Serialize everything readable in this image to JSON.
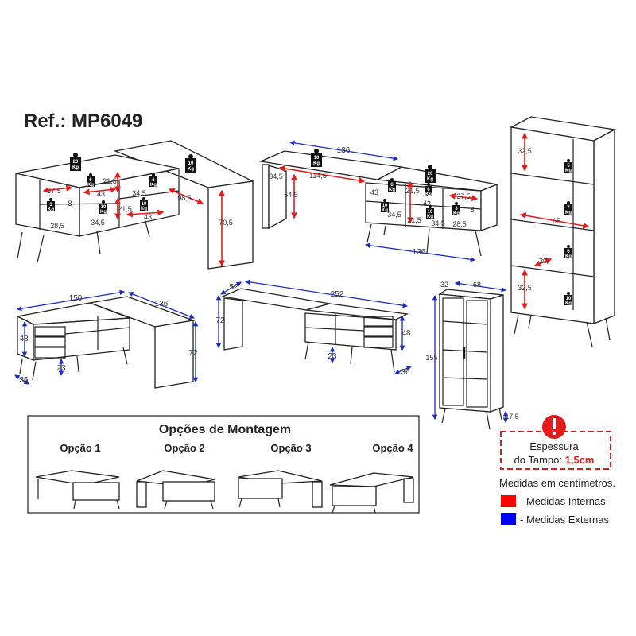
{
  "title": "Ref.: MP6049",
  "weight_unit": "Kg",
  "view_sideboard_l_desk": {
    "weights": [
      "20",
      "10",
      "6",
      "3",
      "10",
      "6",
      "10"
    ],
    "dims": [
      "37,5",
      "43",
      "21,5",
      "34,5",
      "8",
      "21,5",
      "43",
      "34,5",
      "28,5",
      "98,5",
      "70,5"
    ]
  },
  "view_desk_sideboard_inline": {
    "weights": [
      "10",
      "20",
      "6",
      "6",
      "3",
      "10",
      "10"
    ],
    "dims": [
      "136",
      "34,5",
      "114,5",
      "54,5",
      "43",
      "21,5",
      "43",
      "37,5",
      "8",
      "21,5",
      "34,5",
      "34,5",
      "28,5",
      "136"
    ]
  },
  "view_bookcase": {
    "weights": [
      "5",
      "7",
      "6",
      "10"
    ],
    "dims": [
      "32,5",
      "65",
      "30",
      "32,5"
    ]
  },
  "view_glass_cabinet": {
    "dims": [
      "32",
      "68",
      "155",
      "17,5"
    ]
  },
  "view_l_desk_external": {
    "dims": [
      "150",
      "136",
      "48",
      "72",
      "23",
      "36"
    ]
  },
  "view_long_desk_external": {
    "dims": [
      "52",
      "252",
      "72",
      "48",
      "23",
      "36"
    ]
  },
  "montage": {
    "title": "Opções de Montagem",
    "options": [
      "Opção 1",
      "Opção 2",
      "Opção 3",
      "Opção 4"
    ]
  },
  "notice": {
    "line1": "Espessura",
    "line2_prefix": "do Tampo: ",
    "line2_value": "1,5cm"
  },
  "legend": {
    "units_note": "Medidas em centímetros.",
    "internal": "- Medidas Internas",
    "external": "- Medidas Externas",
    "internal_color": "#e31b1b",
    "external_color": "#1a2cc4"
  }
}
